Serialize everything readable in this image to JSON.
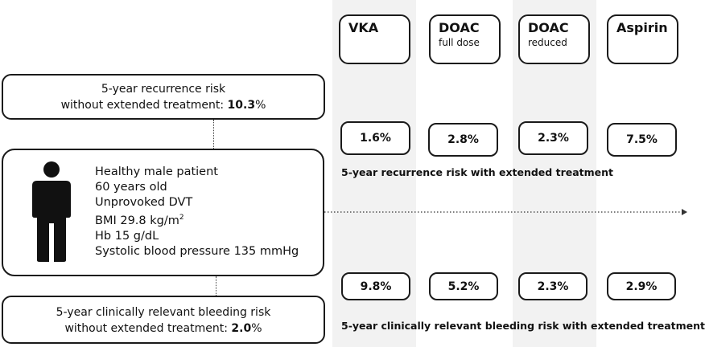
{
  "columns": [
    {
      "title": "VKA",
      "subtitle": ""
    },
    {
      "title": "DOAC",
      "subtitle": "full dose"
    },
    {
      "title": "DOAC",
      "subtitle": "reduced"
    },
    {
      "title": "Aspirin",
      "subtitle": ""
    }
  ],
  "baseline_recurrence": {
    "line1": "5-year recurrence risk",
    "line2": "without extended treatment: ",
    "value": "10.3",
    "suffix": "%"
  },
  "baseline_bleeding": {
    "line1": "5-year clinically relevant bleeding risk",
    "line2": "without extended treatment: ",
    "value": "2.0",
    "suffix": "%"
  },
  "patient": {
    "lines": [
      "Healthy male patient",
      "60 years old",
      "Unprovoked DVT"
    ],
    "bmi_prefix": "BMI 29.8 kg/m",
    "bmi_sup": "2",
    "lines2": [
      "Hb 15 g/dL",
      "Systolic blood pressure 135 mmHg"
    ]
  },
  "recurrence_values": [
    "1.6%",
    "2.8%",
    "2.3%",
    "7.5%"
  ],
  "recurrence_caption": "5-year recurrence risk with extended treatment",
  "bleeding_values": [
    "9.8%",
    "5.2%",
    "2.3%",
    "2.9%"
  ],
  "bleeding_caption": "5-year clinically relevant bleeding risk with extended treatment"
}
